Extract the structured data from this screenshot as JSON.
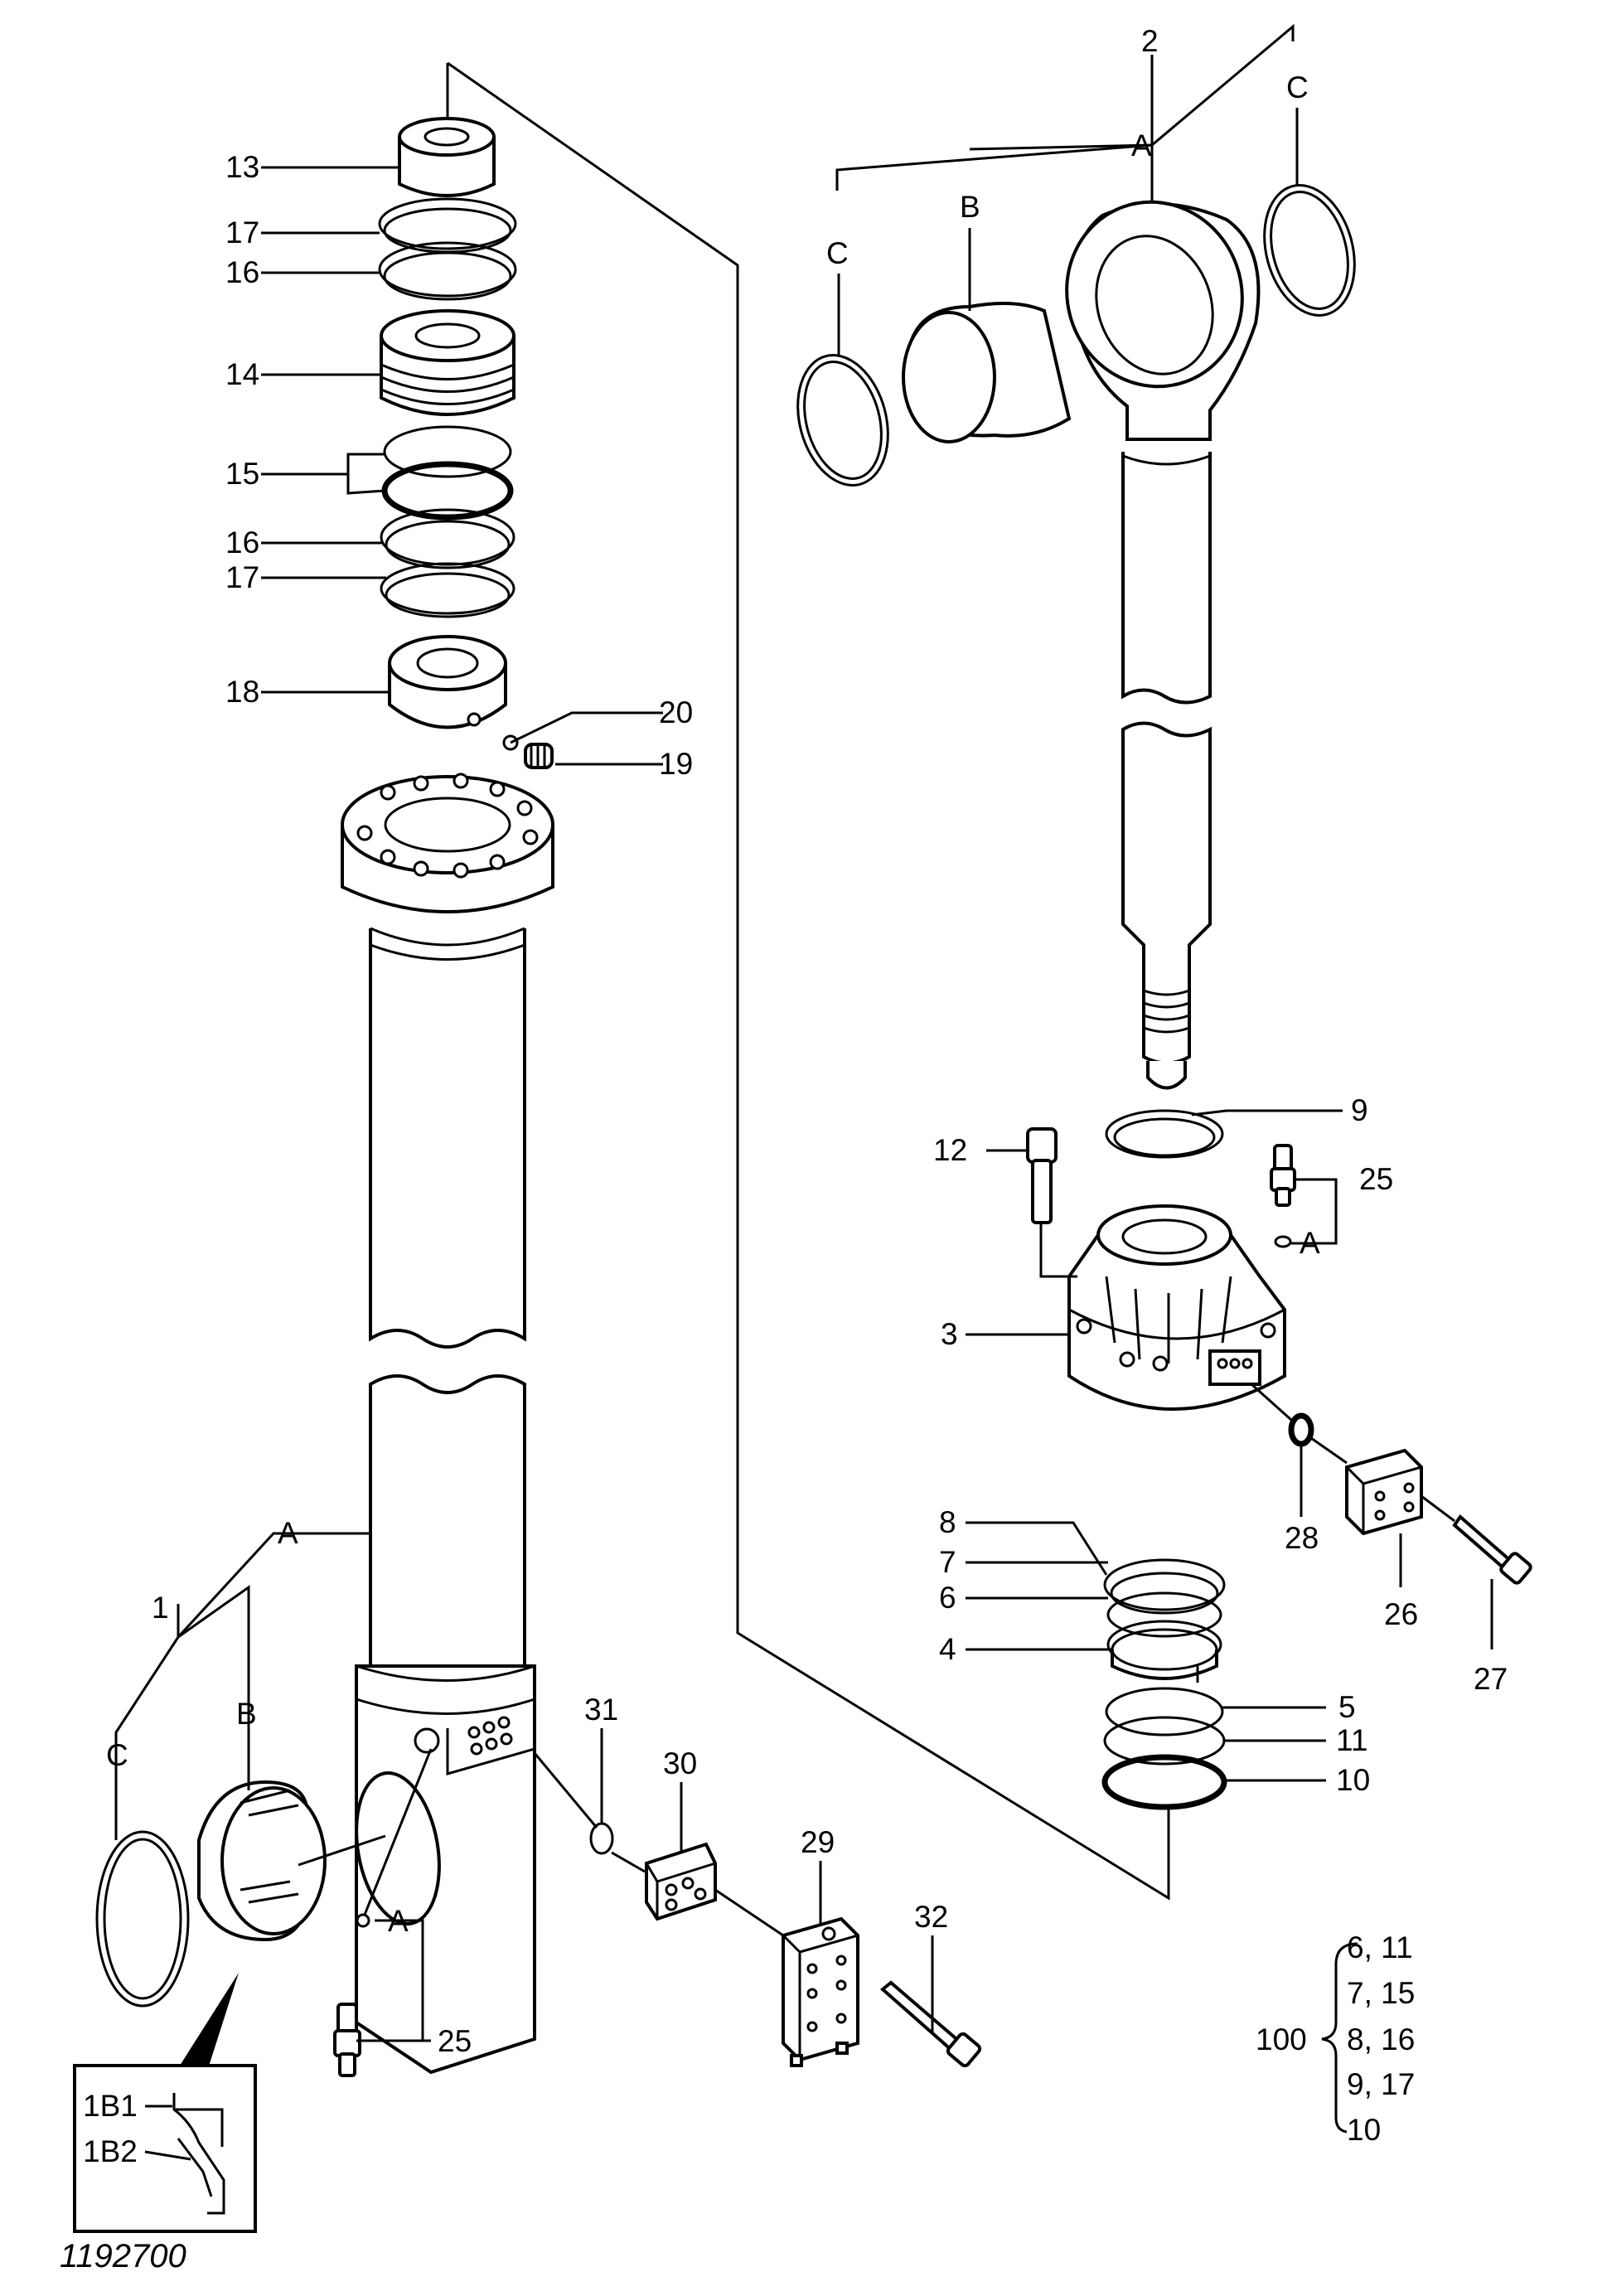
{
  "figure_id": "1192700",
  "callouts": {
    "c13": "13",
    "c17a": "17",
    "c16a": "16",
    "c14": "14",
    "c15": "15",
    "c16b": "16",
    "c17b": "17",
    "c18": "18",
    "c20": "20",
    "c19": "19",
    "c1": "1",
    "cA_left": "A",
    "cB_left": "B",
    "cC_left": "C",
    "c25_left": "25",
    "cA_25left": "A",
    "c31": "31",
    "c30": "30",
    "c29": "29",
    "c32": "32",
    "c1B1": "1B1",
    "c1B2": "1B2",
    "c2": "2",
    "cA_top": "A",
    "cB_top": "B",
    "cC_top1": "C",
    "cC_top2": "C",
    "c12": "12",
    "c9": "9",
    "c25_right": "25",
    "cA_25right": "A",
    "c3": "3",
    "c28": "28",
    "c26": "26",
    "c27": "27",
    "c8": "8",
    "c7": "7",
    "c6": "6",
    "c4": "4",
    "c5": "5",
    "c11": "11",
    "c10": "10"
  },
  "kit": {
    "number": "100",
    "items": [
      "6, 11",
      "7, 15",
      "8, 16",
      "9, 17",
      "10"
    ]
  }
}
